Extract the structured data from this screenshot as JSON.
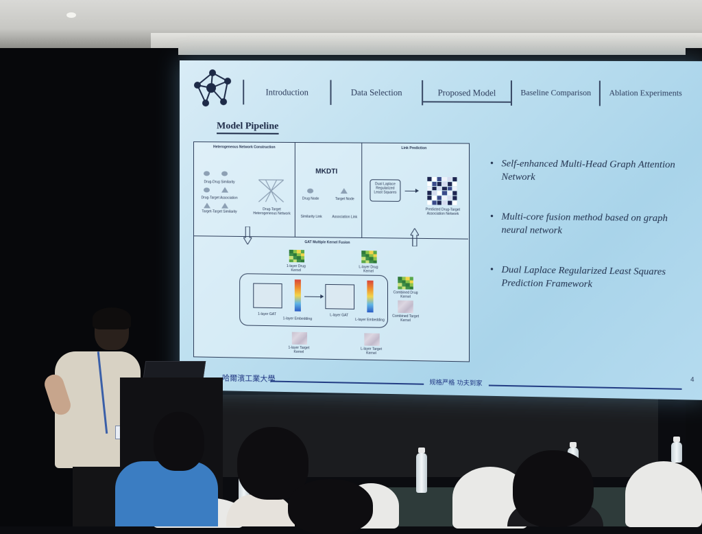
{
  "slide": {
    "nav": {
      "items": [
        {
          "label": "Introduction"
        },
        {
          "label": "Data Selection"
        },
        {
          "label": "Proposed Model"
        },
        {
          "label": "Baseline Comparison"
        },
        {
          "label": "Ablation Experiments"
        }
      ],
      "active_index": 2
    },
    "section_title": "Model Pipeline",
    "diagram": {
      "panel_network_title": "Heterogeneous Network Construction",
      "drug_drug_similarity": "Drug-Drug Similarity",
      "drug_target_association": "Drug-Target Association",
      "target_target_similarity": "Target-Target Similarity",
      "drug_target_network": "Drug-Target Heterogeneous Network",
      "model_name": "MKDTI",
      "drug_node": "Drug Node",
      "target_node": "Target Node",
      "similarity_link": "Similarity Link",
      "association_link": "Association Link",
      "panel_link_title": "Link Prediction",
      "dual_laplace": "Dual Laplace Regularized Least Squares",
      "predicted_network": "Predicted Drug-Target Association Network",
      "fusion_title": "GAT Multiple Kernel Fusion",
      "layer1_drug_kernel": "1-layer Drug Kernel",
      "layerL_drug_kernel": "L-layer Drug Kernel",
      "combined_drug_kernel": "Combined Drug Kernel",
      "combined_target_kernel": "Combined Target Kernel",
      "layer1_gat": "1-layer GAT",
      "layer1_embedding": "1-layer Embedding",
      "layerL_gat": "L-layer GAT",
      "layerL_embedding": "L-layer Embedding",
      "layer1_target_kernel": "1-layer Target Kernel",
      "layerL_target_kernel": "L-layer Target Kernel"
    },
    "bullets": [
      "Self-enhanced Multi-Head Graph Attention Network",
      "Multi-core fusion method based on graph neural network",
      "Dual Laplace Regularized Least Squares Prediction Framework"
    ],
    "footer_logo": "哈爾濱工業大學",
    "footer_motto": "规格严格  功夫到家",
    "page_number": "4"
  },
  "colors": {
    "slide_bg": "#bfe0f0",
    "text_dark": "#1d2a47",
    "footer_blue": "#1d3380"
  }
}
